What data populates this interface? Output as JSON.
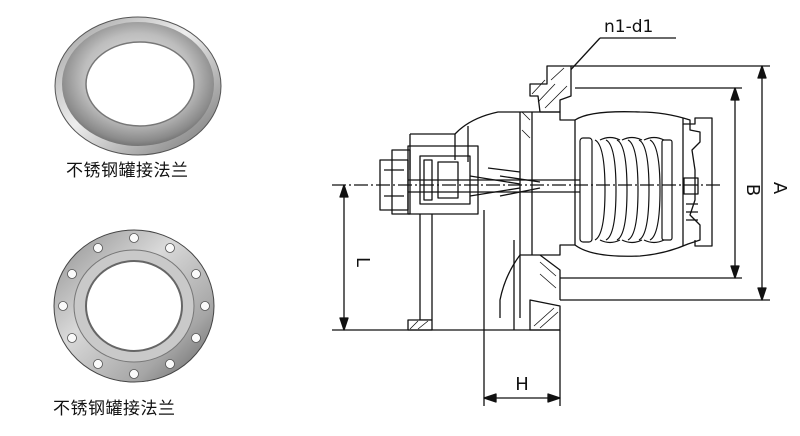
{
  "photos": {
    "top_caption": "不锈钢罐接法兰",
    "bottom_caption": "不锈钢罐接法兰"
  },
  "drawing": {
    "callout": "n1-d1",
    "dim_A": "A",
    "dim_B": "B",
    "dim_L": "L",
    "dim_H": "H"
  },
  "colors": {
    "line": "#111111",
    "metal_light": "#d8d8d8",
    "metal_dark": "#6f6f6f"
  }
}
